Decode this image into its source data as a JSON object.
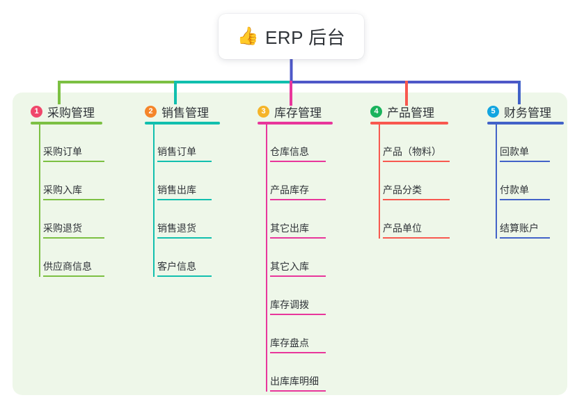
{
  "root": {
    "icon": "thumbs-up-icon",
    "emoji": "👍",
    "title": "ERP 后台"
  },
  "palette": {
    "panel_bg": "#eef7e9",
    "page_bg": "#ffffff",
    "trunk": "#4e58c8"
  },
  "columns": [
    {
      "number": "1",
      "title": "采购管理",
      "badge_color": "#f0476b",
      "line_color": "#7cc043",
      "items": [
        {
          "label": "采购订单"
        },
        {
          "label": "采购入库"
        },
        {
          "label": "采购退货"
        },
        {
          "label": "供应商信息"
        }
      ]
    },
    {
      "number": "2",
      "title": "销售管理",
      "badge_color": "#f5852a",
      "line_color": "#11bfae",
      "items": [
        {
          "label": "销售订单"
        },
        {
          "label": "销售出库"
        },
        {
          "label": "销售退货"
        },
        {
          "label": "客户信息"
        }
      ]
    },
    {
      "number": "3",
      "title": "库存管理",
      "badge_color": "#f5b429",
      "line_color": "#e8369b",
      "items": [
        {
          "label": "仓库信息"
        },
        {
          "label": "产品库存"
        },
        {
          "label": "其它出库"
        },
        {
          "label": "其它入库"
        },
        {
          "label": "库存调拨"
        },
        {
          "label": "库存盘点"
        },
        {
          "label": "出库库明细"
        }
      ]
    },
    {
      "number": "4",
      "title": "产品管理",
      "badge_color": "#19b35c",
      "line_color": "#f8584f",
      "items": [
        {
          "label": "产品（物料）"
        },
        {
          "label": "产品分类"
        },
        {
          "label": "产品单位"
        }
      ]
    },
    {
      "number": "5",
      "title": "财务管理",
      "badge_color": "#12a5e0",
      "line_color": "#4262c8",
      "items": [
        {
          "label": "回款单"
        },
        {
          "label": "付款单"
        },
        {
          "label": "结算账户"
        }
      ]
    }
  ]
}
